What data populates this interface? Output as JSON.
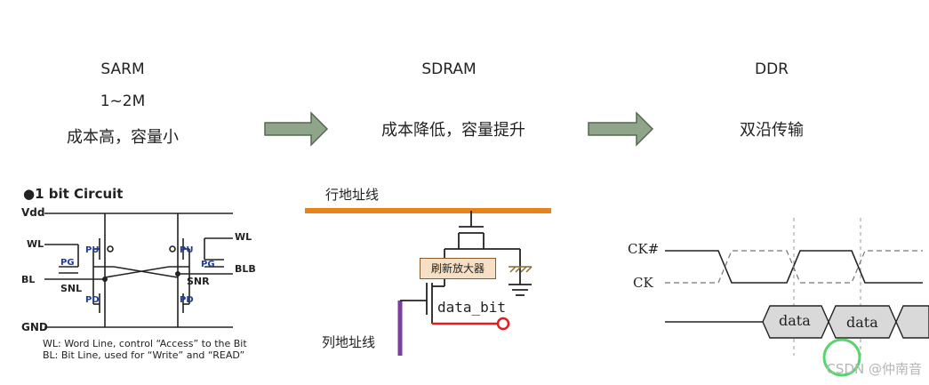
{
  "columns": [
    {
      "title": "SARM",
      "sub": "1~2M",
      "desc": "成本高，容量小"
    },
    {
      "title": "SDRAM",
      "desc": "成本降低，容量提升"
    },
    {
      "title": "DDR",
      "desc": "双沿传输"
    }
  ],
  "sram_circuit": {
    "heading": "●1 bit Circuit",
    "vdd": "Vdd",
    "gnd": "GND",
    "wl_left": "WL",
    "wl_right": "WL",
    "bl": "BL",
    "blb": "BLB",
    "snl": "SNL",
    "snr": "SNR",
    "pu": "PU",
    "pd": "PD",
    "pg": "PG",
    "note1": "WL: Word Line, control “Access” to the Bit",
    "note2": "BL: Bit Line, used for “Write” and “READ”"
  },
  "dram_cell": {
    "row_line": "行地址线",
    "col_line": "列地址线",
    "amp": "刷新放大器",
    "data_bit": "data_bit",
    "row_color": "#e8821a",
    "col_color": "#7a3fa0",
    "data_color": "#e02020"
  },
  "ddr_timing": {
    "ck_hash": "CK#",
    "ck": "CK",
    "data1": "data",
    "data2": "data"
  },
  "watermark": "CSDN @仲南音",
  "arrow_color": "#8fa58a"
}
